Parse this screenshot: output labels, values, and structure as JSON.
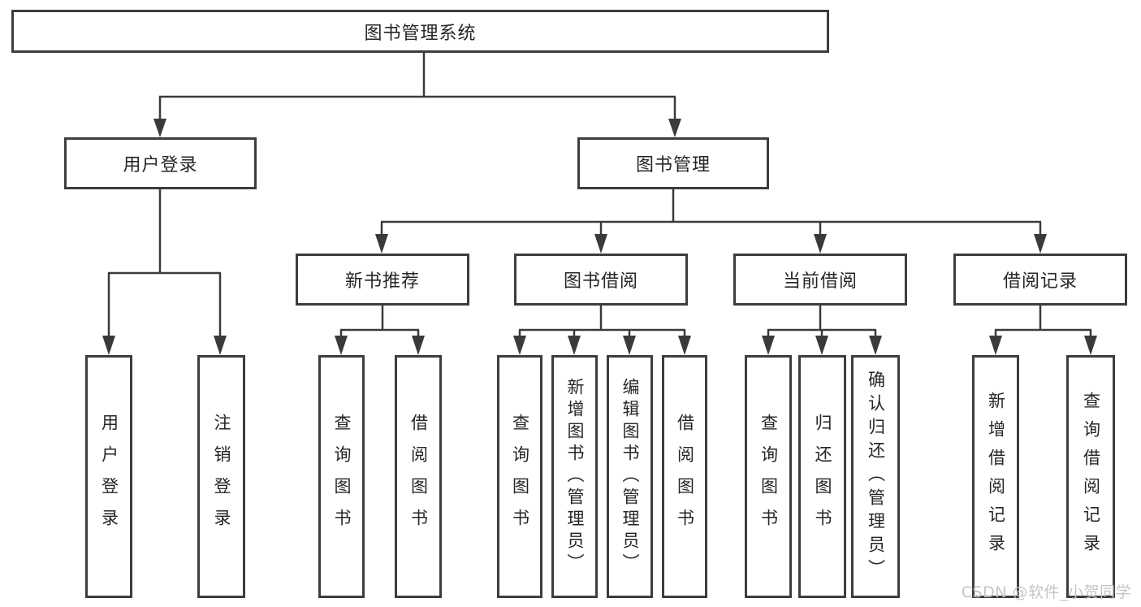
{
  "diagram": {
    "root": "图书管理系统",
    "user_login": {
      "label": "用户登录",
      "children": [
        "用户登录",
        "注销登录"
      ]
    },
    "book_management": {
      "label": "图书管理",
      "modules": [
        {
          "label": "新书推荐",
          "children": [
            "查询图书",
            "借阅图书"
          ]
        },
        {
          "label": "图书借阅",
          "children": [
            "查询图书",
            "新增图书（管理员）",
            "编辑图书（管理员）",
            "借阅图书"
          ]
        },
        {
          "label": "当前借阅",
          "children": [
            "查询图书",
            "归还图书",
            "确认归还（管理员）"
          ]
        },
        {
          "label": "借阅记录",
          "children": [
            "新增借阅记录",
            "查询借阅记录"
          ]
        }
      ]
    }
  },
  "watermark": "CSDN @软件_小贺同学",
  "colors": {
    "line": "#3a3a3a",
    "box_border": "#3d3d3d",
    "text": "#262626",
    "watermark": "#c5c5c5",
    "background": "#ffffff"
  }
}
